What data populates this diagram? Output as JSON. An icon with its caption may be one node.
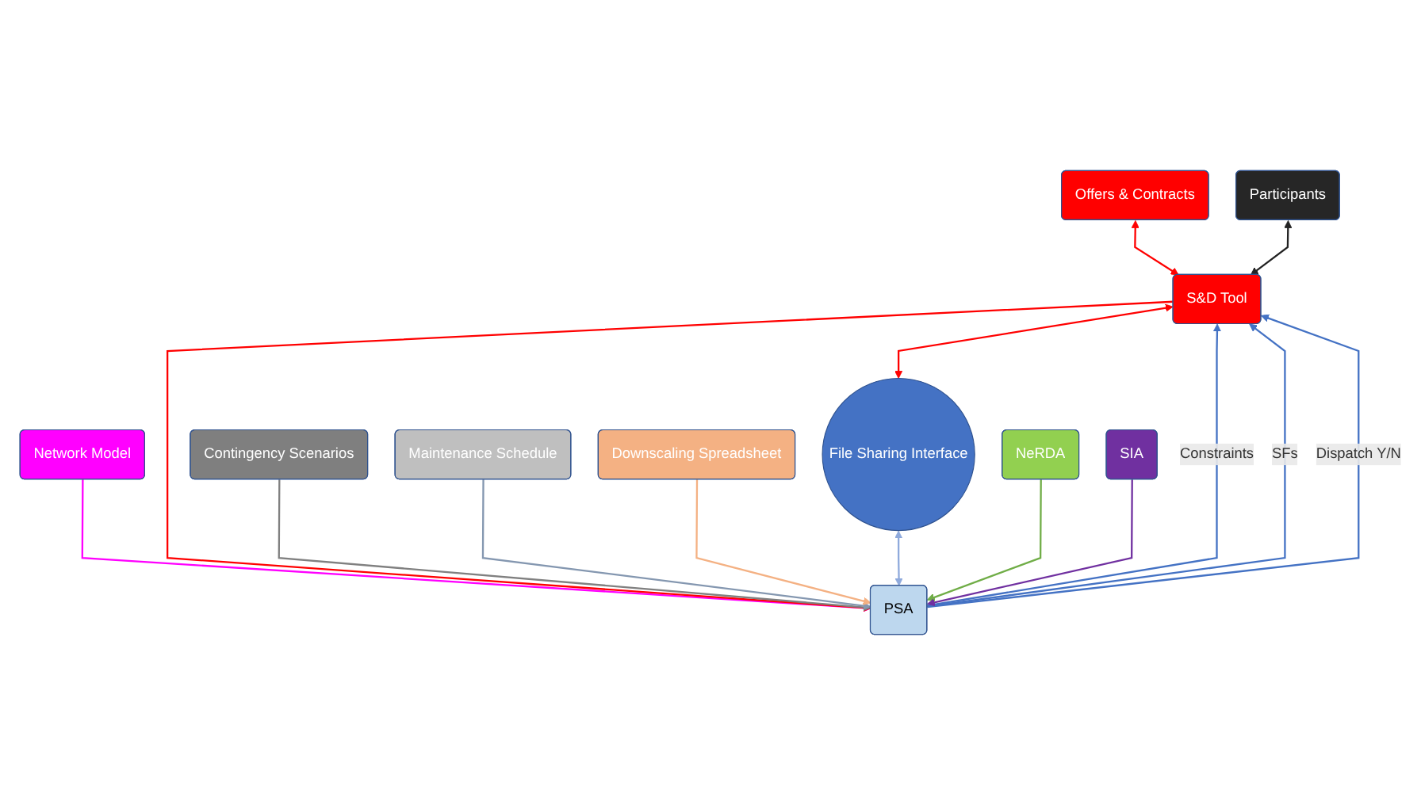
{
  "diagram": {
    "nodes": [
      {
        "text": [
          "Offers & Contracts"
        ]
      },
      {
        "text": [
          "Network Model"
        ]
      },
      {
        "text": [
          "Participants"
        ]
      },
      {
        "text": [
          "S&D Tool"
        ]
      },
      {
        "text": [
          "PSA"
        ]
      },
      {
        "text": [
          "Contingency Scenarios"
        ]
      },
      {
        "text": [
          "Maintenance Schedule"
        ]
      },
      {
        "text": [
          "Downscaling Spreadsheet"
        ]
      },
      {
        "text": [
          "File Sharing Interface"
        ]
      },
      {
        "text": [
          "NeRDA"
        ]
      },
      {
        "text": [
          "SIA"
        ]
      }
    ],
    "edges": [
      {
        "from": 0,
        "to": 3,
        "arrow": "both",
        "color": "#ff0000"
      },
      {
        "from": 1,
        "to": 4,
        "arrow": "to",
        "color": "#ff00ff"
      },
      {
        "from": 2,
        "to": 3,
        "arrow": "both",
        "color": "#222222"
      },
      {
        "from": 3,
        "to": 4,
        "arrow": "to",
        "color": "#ff0000"
      },
      {
        "from": 4,
        "to": 3,
        "arrow": "to",
        "label": "Constraints",
        "color": "#4472c4"
      },
      {
        "from": 4,
        "to": 3,
        "arrow": "to",
        "label": "SFs",
        "color": "#4472c4"
      },
      {
        "from": 4,
        "to": 3,
        "arrow": "to",
        "label": "Dispatch Y/N",
        "color": "#4472c4"
      },
      {
        "from": 5,
        "to": 4,
        "arrow": "to",
        "color": "#808080"
      },
      {
        "from": 6,
        "to": 4,
        "arrow": "to",
        "color": "#8497b0"
      },
      {
        "from": 7,
        "to": 4,
        "arrow": "to",
        "color": "#f4b183"
      },
      {
        "from": 3,
        "to": 8,
        "arrow": "both",
        "color": "#ff0000"
      },
      {
        "from": 8,
        "to": 4,
        "arrow": "both",
        "color": "#8faadc"
      },
      {
        "from": 9,
        "to": 4,
        "arrow": "to",
        "color": "#70ad47"
      },
      {
        "from": 10,
        "to": 4,
        "arrow": "to",
        "color": "#7030a0"
      }
    ]
  }
}
